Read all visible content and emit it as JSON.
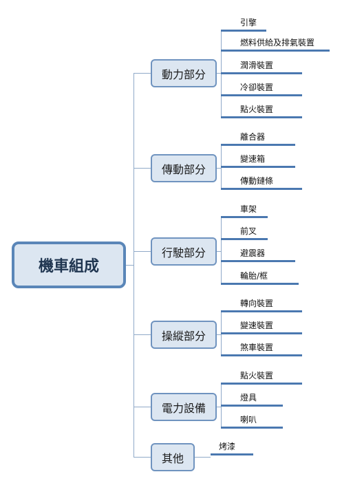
{
  "root": {
    "label": "機車組成"
  },
  "categories": [
    {
      "label": "動力部分",
      "items": [
        "引擎",
        "燃料供給及排氣裝置",
        "潤滑裝置",
        "冷卻裝置",
        "點火裝置"
      ]
    },
    {
      "label": "傳動部分",
      "items": [
        "離合器",
        "變速箱",
        "傳動鏈條"
      ]
    },
    {
      "label": "行駛部分",
      "items": [
        "車架",
        "前叉",
        "避震器",
        "輪胎/框"
      ]
    },
    {
      "label": "操縱部分",
      "items": [
        "轉向裝置",
        "變速裝置",
        "煞車裝置"
      ]
    },
    {
      "label": "電力設備",
      "items": [
        "點火裝置",
        "燈具",
        "喇叭"
      ]
    },
    {
      "label": "其他",
      "items": [
        "烤漆"
      ]
    }
  ]
}
